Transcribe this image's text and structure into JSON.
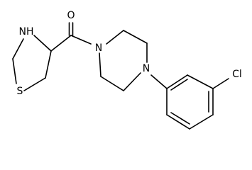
{
  "molecule": {
    "atoms": {
      "o": "O",
      "nh": "NH",
      "s": "S",
      "n1": "N",
      "n2": "N",
      "cl": "Cl"
    }
  }
}
